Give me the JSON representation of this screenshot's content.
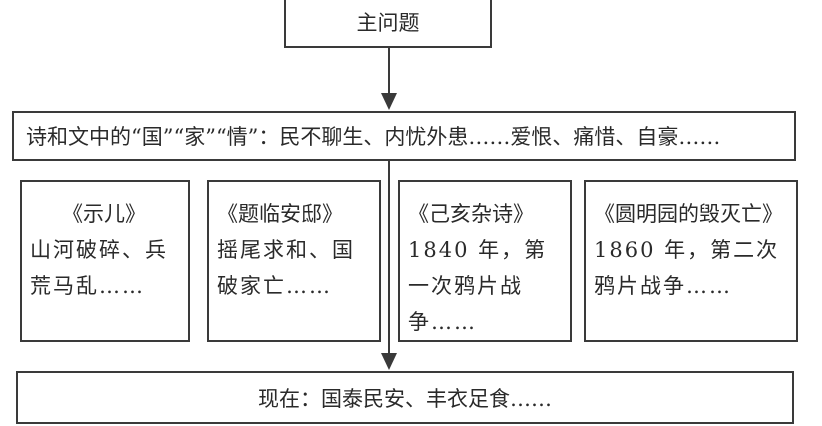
{
  "main_question": "主问题",
  "summary": "诗和文中的“国”“家”“情”：民不聊生、内忧外患……爱恨、痛惜、自豪……",
  "poems": [
    {
      "title": "《示儿》",
      "desc": "山河破碎、兵荒马乱……"
    },
    {
      "title": "《题临安邸》",
      "desc": "摇尾求和、国破家亡……"
    },
    {
      "title": "《己亥杂诗》",
      "desc": "1840 年，第一次鸦片战争……"
    },
    {
      "title": "《圆明园的毁灭亡》",
      "desc": "1860 年，第二次鸦片战争……"
    }
  ],
  "conclusion": "现在：国泰民安、丰衣足食……"
}
